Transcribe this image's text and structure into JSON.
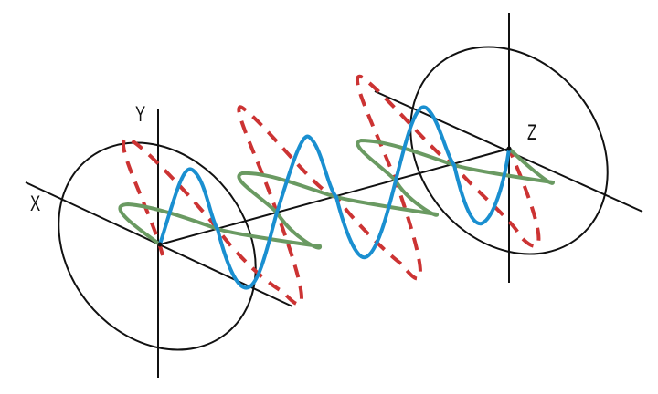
{
  "diagram": {
    "type": "electromagnetic-wave-polarization",
    "axis_labels": {
      "x": "X",
      "y": "Y",
      "z": "Z"
    },
    "colors": {
      "axes": "#111111",
      "wave_vertical": "#1a8fd0",
      "wave_horizontal": "#6a9a62",
      "wave_diagonal_dashed": "#cc3333",
      "background": "#ffffff"
    },
    "elements": [
      "left polarization ellipse",
      "right polarization ellipse",
      "blue sine wave (vertical plane)",
      "green sine wave (horizontal plane)",
      "red dashed sine wave (diagonal plane)"
    ]
  }
}
